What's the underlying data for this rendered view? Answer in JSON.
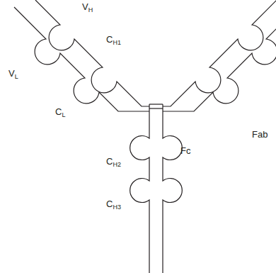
{
  "diagram": {
    "labels": [
      "VH",
      "VL",
      "CH1",
      "CL",
      "Fab",
      "CH2",
      "Fc",
      "CH3"
    ]
  }
}
